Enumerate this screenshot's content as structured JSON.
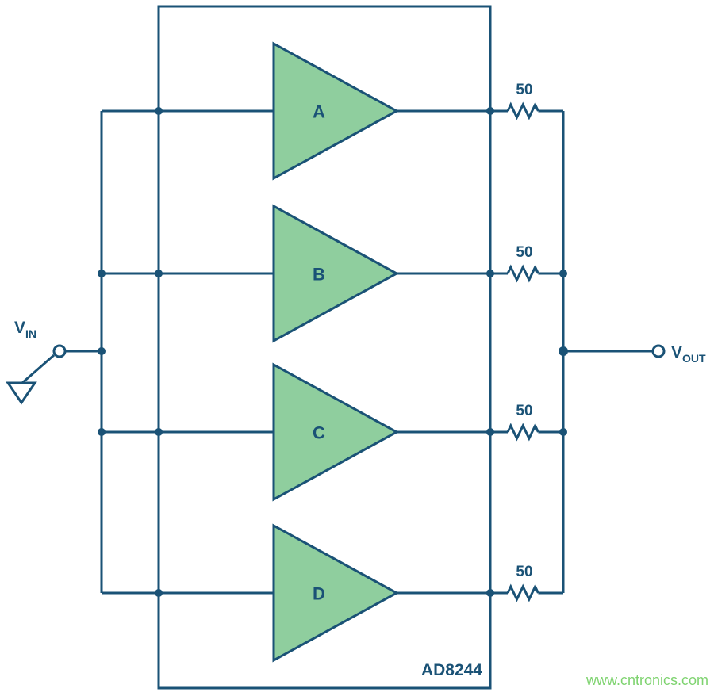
{
  "diagram": {
    "type": "circuit-schematic",
    "part_number": "AD8244",
    "description": "Four unity-gain buffers in parallel driving a common output through 50 ohm resistors",
    "amplifiers": [
      {
        "label": "A"
      },
      {
        "label": "B"
      },
      {
        "label": "C"
      },
      {
        "label": "D"
      }
    ],
    "resistors": [
      {
        "value": "50"
      },
      {
        "value": "50"
      },
      {
        "value": "50"
      },
      {
        "value": "50"
      }
    ],
    "input": {
      "label_main": "V",
      "label_sub": "IN"
    },
    "output": {
      "label_main": "V",
      "label_sub": "OUT"
    },
    "watermark": "www.cntronics.com",
    "colors": {
      "line": "#1a5276",
      "amplifier_fill": "#8fce9e",
      "watermark": "#7ed36f",
      "background": "#ffffff"
    }
  }
}
